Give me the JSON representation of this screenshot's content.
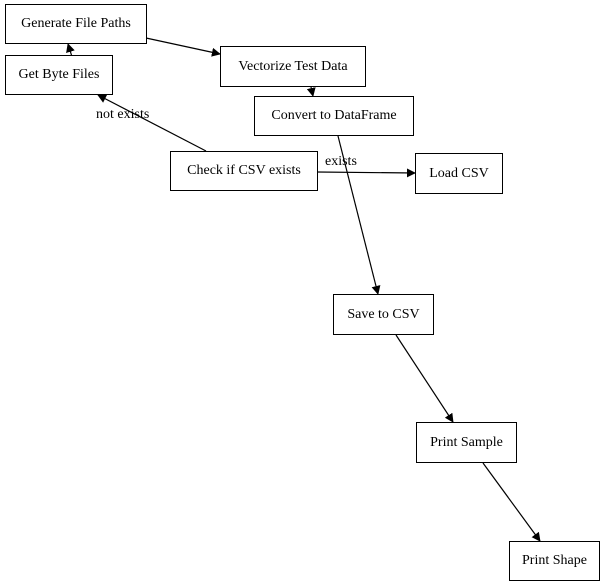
{
  "nodes": {
    "generate_file_paths": "Generate File Paths",
    "get_byte_files": "Get Byte Files",
    "vectorize_test_data": "Vectorize Test Data",
    "convert_to_dataframe": "Convert to DataFrame",
    "check_if_csv_exists": "Check if CSV exists",
    "load_csv": "Load CSV",
    "save_to_csv": "Save to CSV",
    "print_sample": "Print Sample",
    "print_shape": "Print Shape"
  },
  "edge_labels": {
    "not_exists": "not exists",
    "exists": "exists"
  },
  "colors": {
    "stroke": "#000000",
    "background": "#ffffff"
  }
}
